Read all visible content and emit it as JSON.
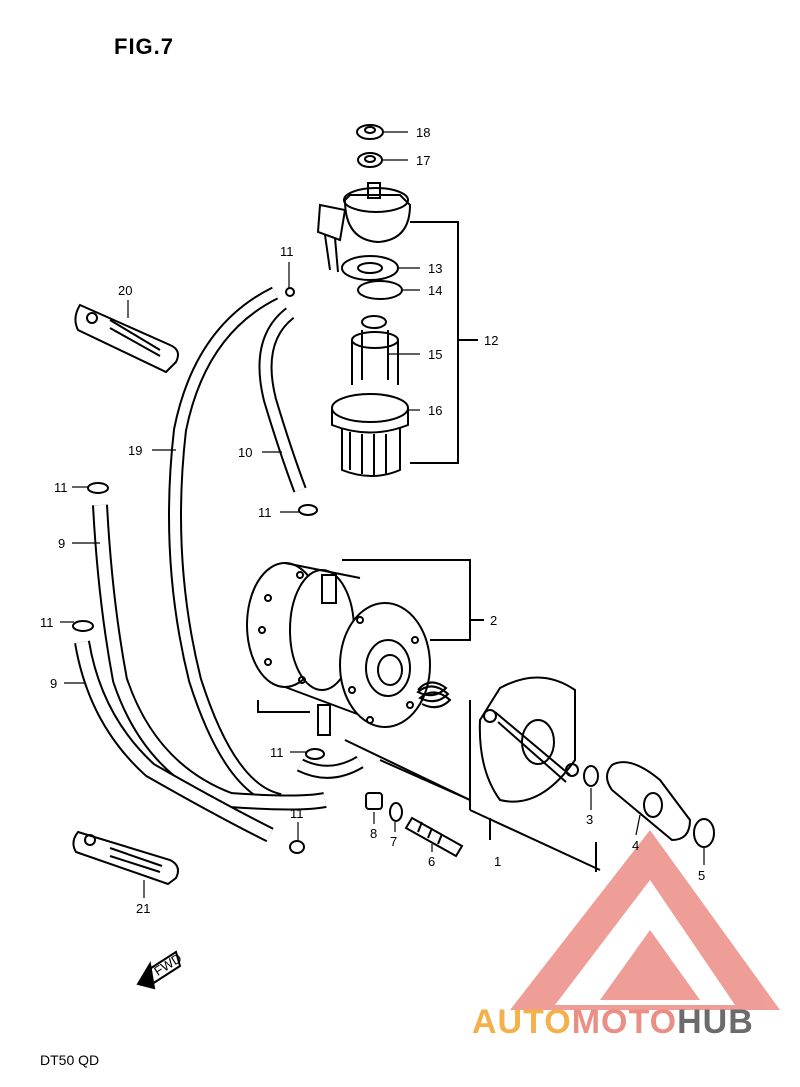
{
  "figure": {
    "title": "FIG.7",
    "model": "DT50 QD"
  },
  "callouts": [
    {
      "id": "18",
      "label": "18"
    },
    {
      "id": "17",
      "label": "17"
    },
    {
      "id": "13",
      "label": "13"
    },
    {
      "id": "14",
      "label": "14"
    },
    {
      "id": "12",
      "label": "12"
    },
    {
      "id": "15",
      "label": "15"
    },
    {
      "id": "16",
      "label": "16"
    },
    {
      "id": "11a",
      "label": "11"
    },
    {
      "id": "20",
      "label": "20"
    },
    {
      "id": "19",
      "label": "19"
    },
    {
      "id": "10",
      "label": "10"
    },
    {
      "id": "11b",
      "label": "11"
    },
    {
      "id": "11c",
      "label": "11"
    },
    {
      "id": "9a",
      "label": "9"
    },
    {
      "id": "2",
      "label": "2"
    },
    {
      "id": "11d",
      "label": "11"
    },
    {
      "id": "9b",
      "label": "9"
    },
    {
      "id": "11e",
      "label": "11"
    },
    {
      "id": "11f",
      "label": "11"
    },
    {
      "id": "3",
      "label": "3"
    },
    {
      "id": "8",
      "label": "8"
    },
    {
      "id": "7",
      "label": "7"
    },
    {
      "id": "6",
      "label": "6"
    },
    {
      "id": "1",
      "label": "1"
    },
    {
      "id": "4",
      "label": "4"
    },
    {
      "id": "5",
      "label": "5"
    },
    {
      "id": "21",
      "label": "21"
    }
  ],
  "fwd_marker": "FWD",
  "watermark": {
    "part1": "AUTO",
    "part2": "MOTO",
    "part3": "HUB",
    "colors": {
      "auto": "#f4b04a",
      "moto": "#e98f86",
      "hub": "#6b6b6b",
      "logo": "#e97d75"
    }
  }
}
